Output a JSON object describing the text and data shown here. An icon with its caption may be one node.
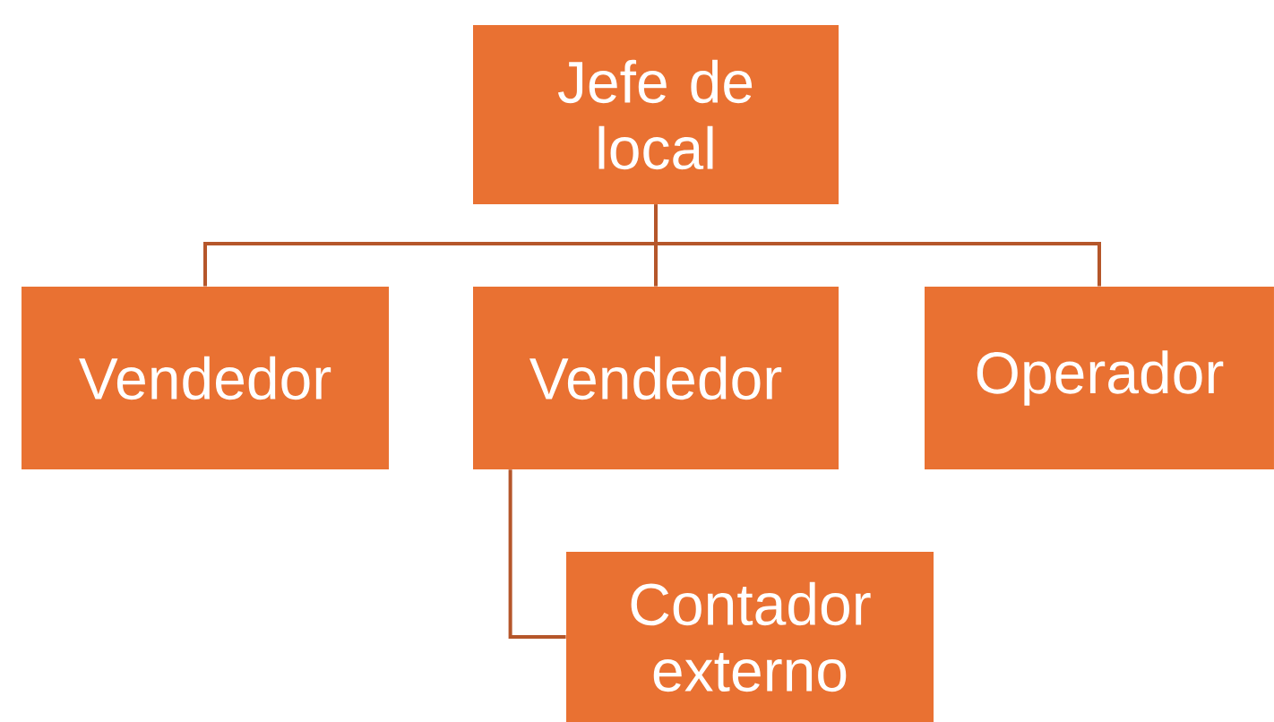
{
  "diagram": {
    "nodes": [
      {
        "text": [
          "Jefe de local"
        ]
      },
      {
        "text": [
          "Vendedor"
        ]
      },
      {
        "text": [
          "Vendedor"
        ]
      },
      {
        "text": [
          "Operador"
        ]
      },
      {
        "text": [
          "Contador externo"
        ]
      }
    ],
    "edges": [
      {
        "from": 0,
        "to": 1,
        "arrow": "none"
      },
      {
        "from": 0,
        "to": 2,
        "arrow": "none"
      },
      {
        "from": 0,
        "to": 3,
        "arrow": "none"
      },
      {
        "from": 2,
        "to": 4,
        "arrow": "none"
      }
    ]
  }
}
